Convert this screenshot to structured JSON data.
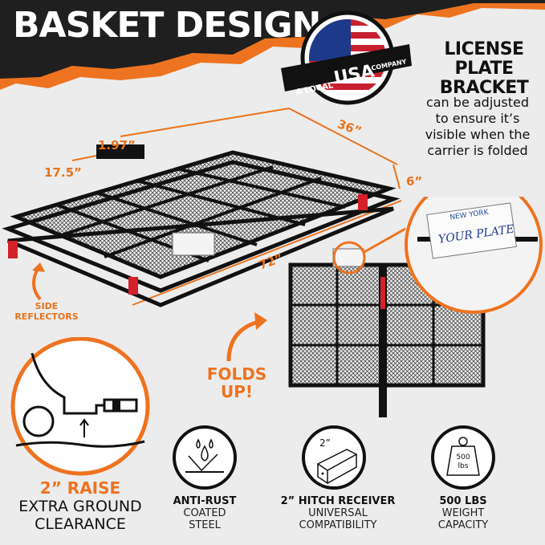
{
  "header": {
    "title": "BASKET DESIGN"
  },
  "badge": {
    "text": "A LOCAL USA COMPANY",
    "prefix": "A LOCAL",
    "usa": "USA",
    "suffix": "COMPANY"
  },
  "license_plate": {
    "heading": [
      "LICENSE",
      "PLATE",
      "BRACKET"
    ],
    "description": [
      "can be adjusted",
      "to ensure it’s",
      "visible when the",
      "carrier is folded"
    ],
    "plate_state": "NEW YORK",
    "plate_text": "YOUR PLATE"
  },
  "dimensions": {
    "width": "36”",
    "depth": "17.5”",
    "hitch": "1.97”",
    "height": "6”",
    "length": "72”"
  },
  "callouts": {
    "side_reflectors": [
      "SIDE",
      "REFLECTORS"
    ],
    "folds_up": [
      "FOLDS",
      "UP!"
    ]
  },
  "features": [
    {
      "title": "2” RAISE",
      "subtitle": [
        "EXTRA GROUND",
        "CLEARANCE"
      ],
      "icon": "car-hitch-raise-icon"
    },
    {
      "title": "ANTI-RUST",
      "subtitle": [
        "COATED",
        "STEEL"
      ],
      "icon": "water-drops-icon"
    },
    {
      "title": "2” HITCH RECEIVER",
      "subtitle": [
        "UNIVERSAL",
        "COMPATIBILITY"
      ],
      "icon": "hitch-tube-icon",
      "icon_label": "2”"
    },
    {
      "title": "500 LBS",
      "subtitle": [
        "WEIGHT",
        "CAPACITY"
      ],
      "icon": "weight-icon",
      "icon_label": [
        "500",
        "lbs"
      ]
    }
  ],
  "colors": {
    "accent": "#ee7320",
    "dark": "#1c1c1c",
    "background": "#ececec"
  }
}
